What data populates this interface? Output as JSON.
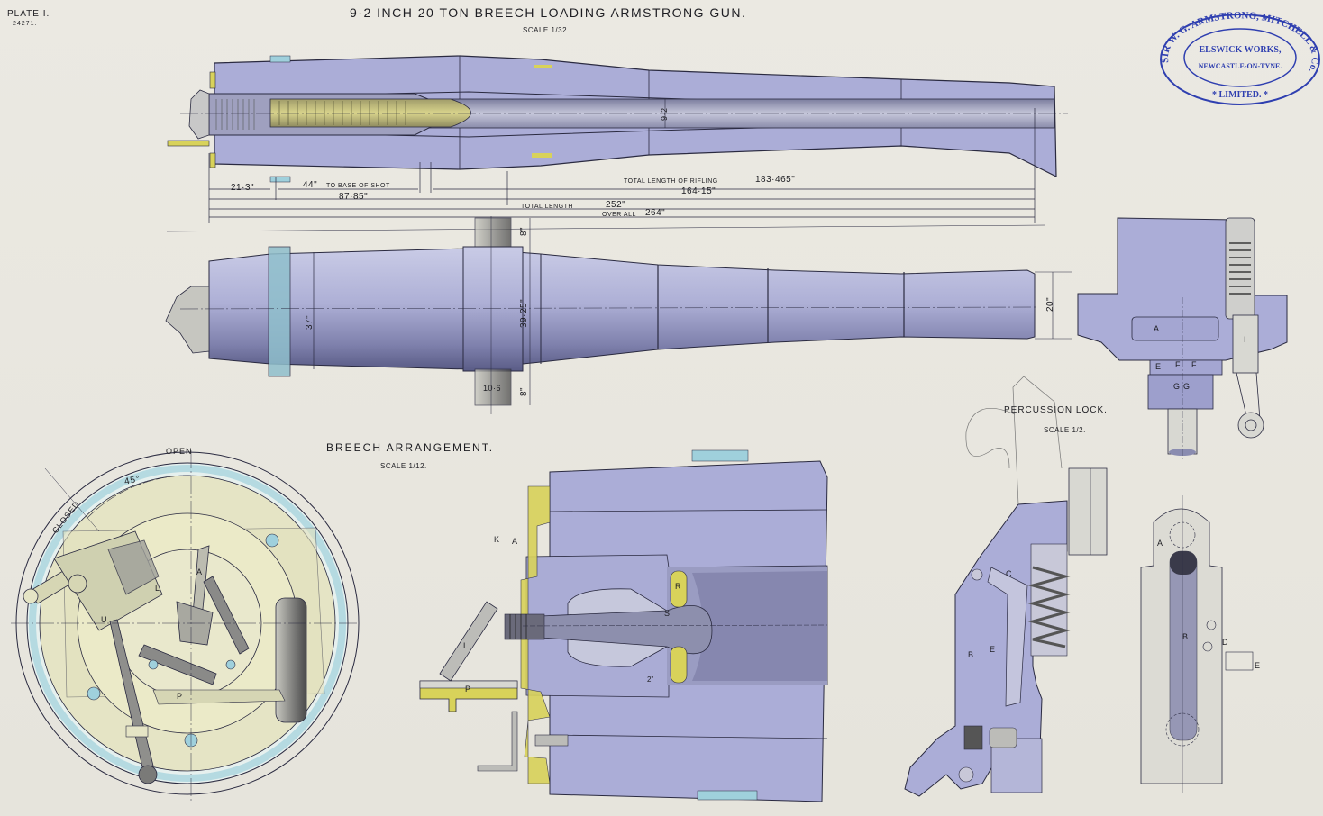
{
  "plate": {
    "number": "PLATE I.",
    "ref": "24271.",
    "title": "9·2 INCH 20 TON BREECH LOADING ARMSTRONG GUN.",
    "scale": "SCALE 1/32."
  },
  "stamp": {
    "outer_ring": "SIR W. G. ARMSTRONG, MITCHELL & Co.",
    "line1": "ELSWICK WORKS,",
    "line2": "NEWCASTLE-ON-TYNE.",
    "bottom": "* LIMITED. *",
    "color": "#2f3fb0"
  },
  "section_view": {
    "bore_dim": "9·2",
    "dimensions": {
      "d1": "21·3\"",
      "d2": "44\"",
      "d2_note": "TO BASE OF SHOT",
      "d3": "87·85\"",
      "rifling_label": "TOTAL LENGTH OF RIFLING",
      "rifling_value": "183·465\"",
      "d4": "164·15\"",
      "total_label": "TOTAL LENGTH",
      "total_value": "252\"",
      "overall_label": "OVER ALL",
      "overall_value": "264\""
    }
  },
  "exterior_view": {
    "breech_dia": "37\"",
    "trunnion_dia": "39·25\"",
    "muzzle_dia": "20\"",
    "trunnion_len_top": "8\"",
    "trunnion_len_bottom": "8\"",
    "trunnion_width": "10·6"
  },
  "breech_arrangement": {
    "title": "BREECH ARRANGEMENT.",
    "scale": "SCALE 1/12.",
    "open": "OPEN",
    "closed": "CLOSED",
    "angle": "45°",
    "parts_face": [
      "L",
      "A",
      "U",
      "P"
    ],
    "parts_section": [
      "K",
      "A",
      "R",
      "S",
      "P",
      "L"
    ],
    "section_dim": "2\""
  },
  "percussion_lock": {
    "title": "PERCUSSION LOCK.",
    "scale": "SCALE 1/2.",
    "top_parts": [
      "A",
      "E",
      "F",
      "F",
      "G",
      "G",
      "I"
    ],
    "side_parts": [
      "B",
      "C",
      "E"
    ],
    "front_parts": [
      "A",
      "B",
      "D",
      "E"
    ]
  },
  "colors": {
    "steel": "#a6a8d2",
    "steel_dark": "#6d6f9c",
    "brass": "#d8d25a",
    "copper_blue": "#9fd0dc",
    "paper": "#e9e7df",
    "ink": "#1d1d22"
  }
}
